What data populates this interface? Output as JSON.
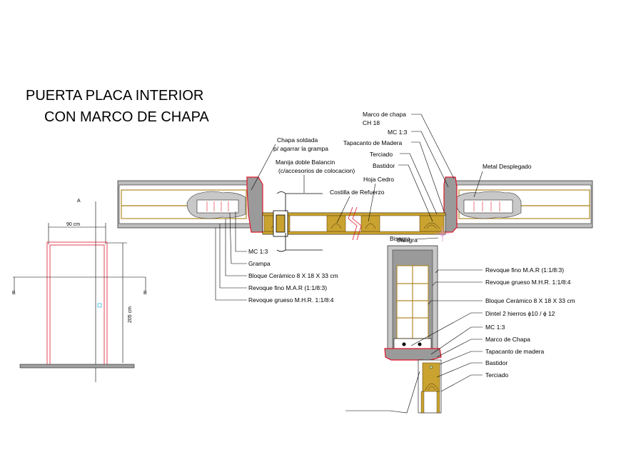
{
  "title": {
    "line1": "PUERTA PLACA INTERIOR",
    "line2": "CON MARCO DE CHAPA"
  },
  "elevation": {
    "axis_letter": "A",
    "width_dim": "90 cm",
    "height_dim": "205 cm",
    "section_mark_left": "B",
    "section_mark_right": "B"
  },
  "plan_labels": {
    "chapa_soldada_1": "Chapa soldada",
    "chapa_soldada_2": "p/ agarrar la grampa",
    "manija_1": "Manija doble Balancin",
    "manija_2": "(c/accesorios de colocacion)",
    "costilla": "Costilla de Refuerzo",
    "hoja_cedro": "Hoja Cedro",
    "bastidor": "Bastidor",
    "terciado": "Terciado",
    "tapacanto": "Tapacanto de Madera",
    "mc": "MC 1:3",
    "marco_chapa_1": "Marco de chapa",
    "marco_chapa_2": "CH 18",
    "metal_desplegado": "Metal Desplegado",
    "bisagra": "Bisagra"
  },
  "plan_leaders": [
    "MC 1:3",
    "Grampa",
    "Bloque Cerámico 8 X 18 X 33 cm",
    "Revoque fino M.A.R (1:1/8:3)",
    "Revoque grueso M.H.R. 1:1/8:4"
  ],
  "section_labels": {
    "top_label": "Bisagra",
    "items": [
      "Revoque fino M.A.R (1:1/8:3)",
      "Revoque grueso M.H.R. 1:1/8:4",
      "Bloque Cerámico 8 X 18 X 33 cm",
      "Dintel 2 hierros ϕ10 / ϕ 12",
      "MC 1:3",
      "Marco de Chapa",
      "Tapacanto de madera",
      "Bastidor",
      "Terciado"
    ]
  },
  "colors": {
    "wood": "#c9a230",
    "frame_red": "#e0182b",
    "plaster": "#c8c8c8",
    "wall_dark": "#8c8c8c",
    "brick_line": "#b08a2a"
  }
}
